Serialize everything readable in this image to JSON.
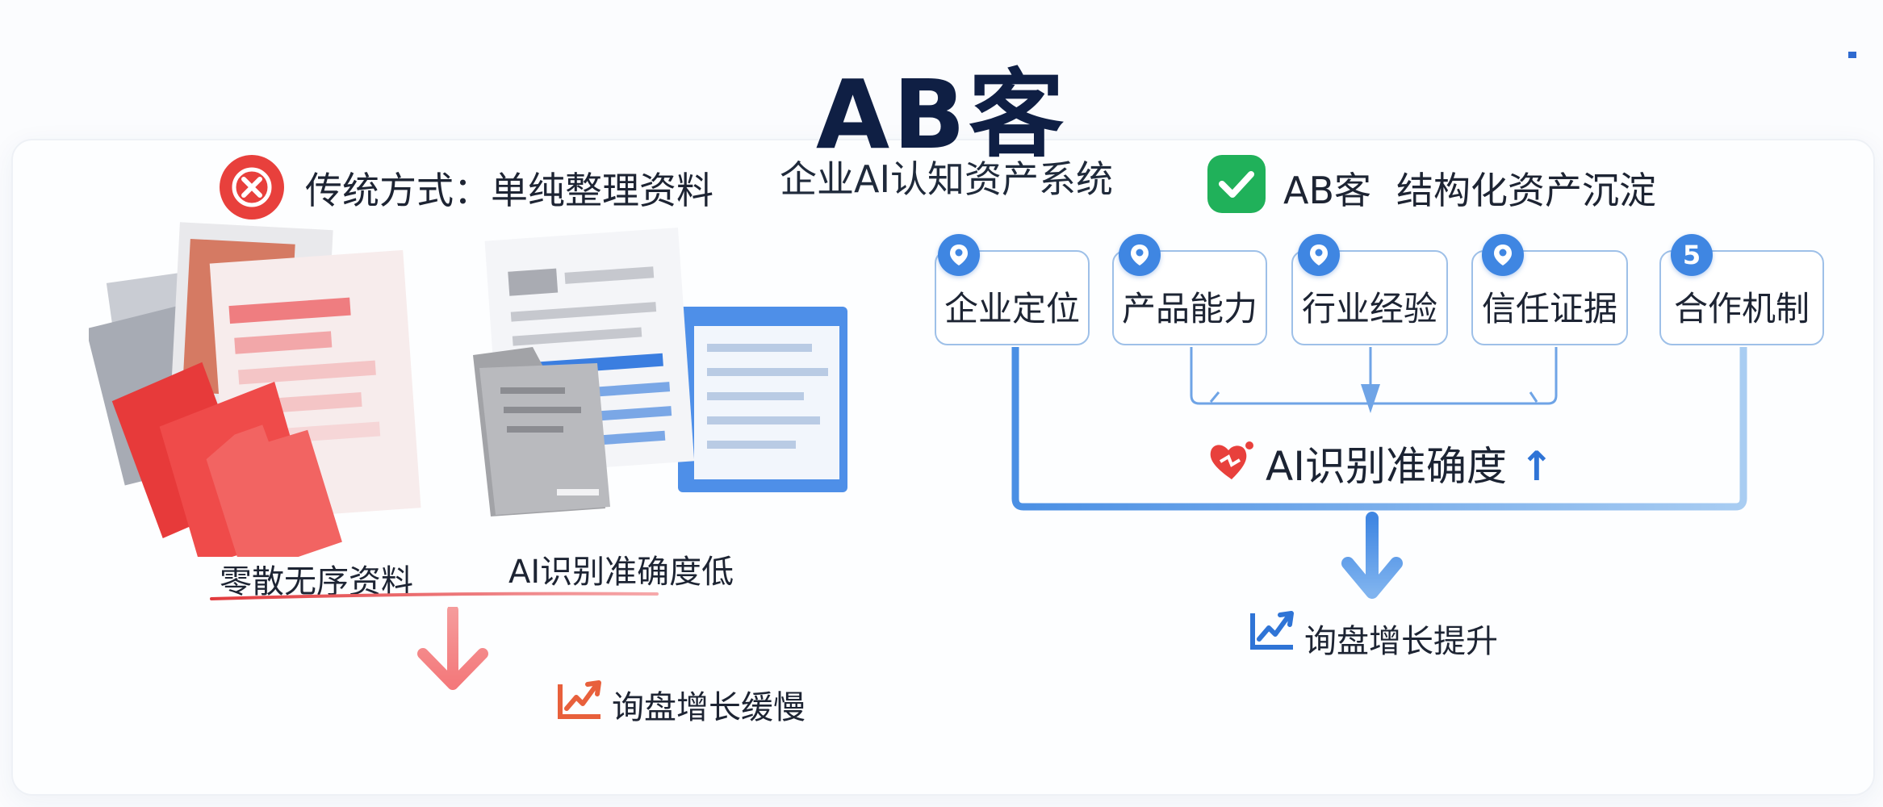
{
  "title": "AB客",
  "subtitle": "企业AI认知资产系统",
  "left": {
    "heading": "传统方式：单纯整理资料",
    "icon": "x-circle-icon",
    "caption_1": "零散无序资料",
    "caption_2": "AI识别准确度低",
    "outcome": "询盘增长缓慢",
    "accent": "#e8403c"
  },
  "right": {
    "heading_brand": "AB客",
    "heading_text": "结构化资产沉淀",
    "icon": "check-square-icon",
    "nodes": [
      {
        "label": "企业定位",
        "badge": ""
      },
      {
        "label": "产品能力",
        "badge": ""
      },
      {
        "label": "行业经验",
        "badge": ""
      },
      {
        "label": "信任证据",
        "badge": ""
      },
      {
        "label": "合作机制",
        "badge": "5"
      }
    ],
    "accuracy": "AI识别准确度",
    "accuracy_arrow": "↑",
    "outcome": "询盘增长提升",
    "accent": "#3f86e2",
    "check_color": "#20b15a"
  }
}
